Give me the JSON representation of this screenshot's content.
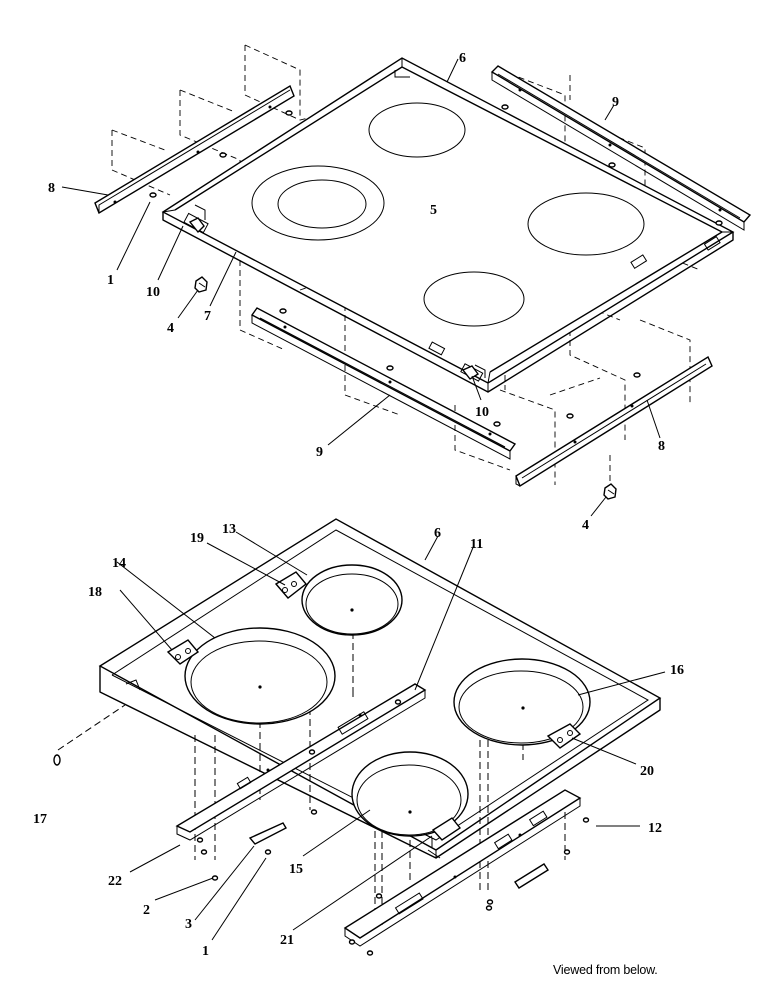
{
  "caption": "Viewed from below.",
  "callouts": {
    "top": {
      "c1": "1",
      "c4a": "4",
      "c4b": "4",
      "c5": "5",
      "c6": "6",
      "c7": "7",
      "c8a": "8",
      "c8b": "8",
      "c9a": "9",
      "c9b": "9",
      "c10a": "10",
      "c10b": "10"
    },
    "bottom": {
      "c1": "1",
      "c2": "2",
      "c3": "3",
      "c6": "6",
      "c11": "11",
      "c12": "12",
      "c13": "13",
      "c14": "14",
      "c15": "15",
      "c16": "16",
      "c17": "17",
      "c18": "18",
      "c19": "19",
      "c20": "20",
      "c21": "21",
      "c22": "22"
    }
  }
}
